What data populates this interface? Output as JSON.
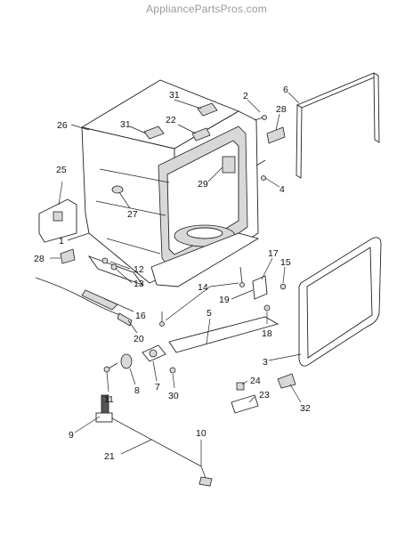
{
  "watermark": "AppliancePartsPros.com",
  "callouts": [
    {
      "key": "c1",
      "label": "1"
    },
    {
      "key": "c2",
      "label": "2"
    },
    {
      "key": "c3",
      "label": "3"
    },
    {
      "key": "c4",
      "label": "4"
    },
    {
      "key": "c5",
      "label": "5"
    },
    {
      "key": "c6",
      "label": "6"
    },
    {
      "key": "c7",
      "label": "7"
    },
    {
      "key": "c8",
      "label": "8"
    },
    {
      "key": "c9",
      "label": "9"
    },
    {
      "key": "c10",
      "label": "10"
    },
    {
      "key": "c11",
      "label": "11"
    },
    {
      "key": "c12",
      "label": "12"
    },
    {
      "key": "c13",
      "label": "13"
    },
    {
      "key": "c14",
      "label": "14"
    },
    {
      "key": "c15",
      "label": "15"
    },
    {
      "key": "c16",
      "label": "16"
    },
    {
      "key": "c17",
      "label": "17"
    },
    {
      "key": "c18",
      "label": "18"
    },
    {
      "key": "c19",
      "label": "19"
    },
    {
      "key": "c20",
      "label": "20"
    },
    {
      "key": "c21",
      "label": "21"
    },
    {
      "key": "c22",
      "label": "22"
    },
    {
      "key": "c23",
      "label": "23"
    },
    {
      "key": "c24",
      "label": "24"
    },
    {
      "key": "c25",
      "label": "25"
    },
    {
      "key": "c26",
      "label": "26"
    },
    {
      "key": "c27",
      "label": "27"
    },
    {
      "key": "c28a",
      "label": "28"
    },
    {
      "key": "c28b",
      "label": "28"
    },
    {
      "key": "c29",
      "label": "29"
    },
    {
      "key": "c30",
      "label": "30"
    },
    {
      "key": "c31a",
      "label": "31"
    },
    {
      "key": "c31b",
      "label": "31"
    },
    {
      "key": "c32",
      "label": "32"
    }
  ]
}
